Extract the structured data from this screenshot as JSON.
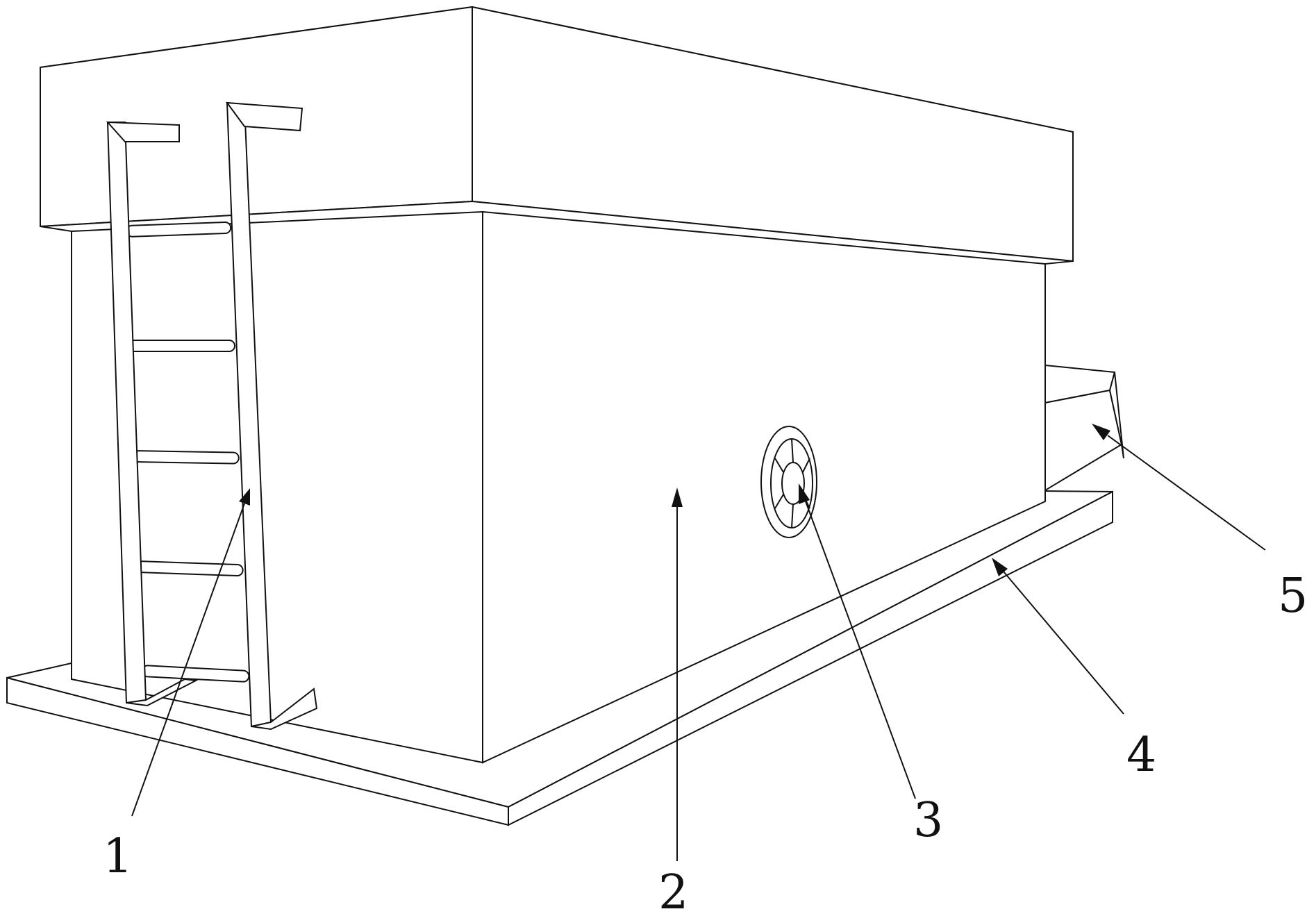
{
  "diagram": {
    "callouts": [
      {
        "id": "1",
        "label": "1"
      },
      {
        "id": "2",
        "label": "2"
      },
      {
        "id": "3",
        "label": "3"
      },
      {
        "id": "4",
        "label": "4"
      },
      {
        "id": "5",
        "label": "5"
      }
    ]
  },
  "colors": {
    "line": "#111111",
    "background": "#ffffff"
  }
}
